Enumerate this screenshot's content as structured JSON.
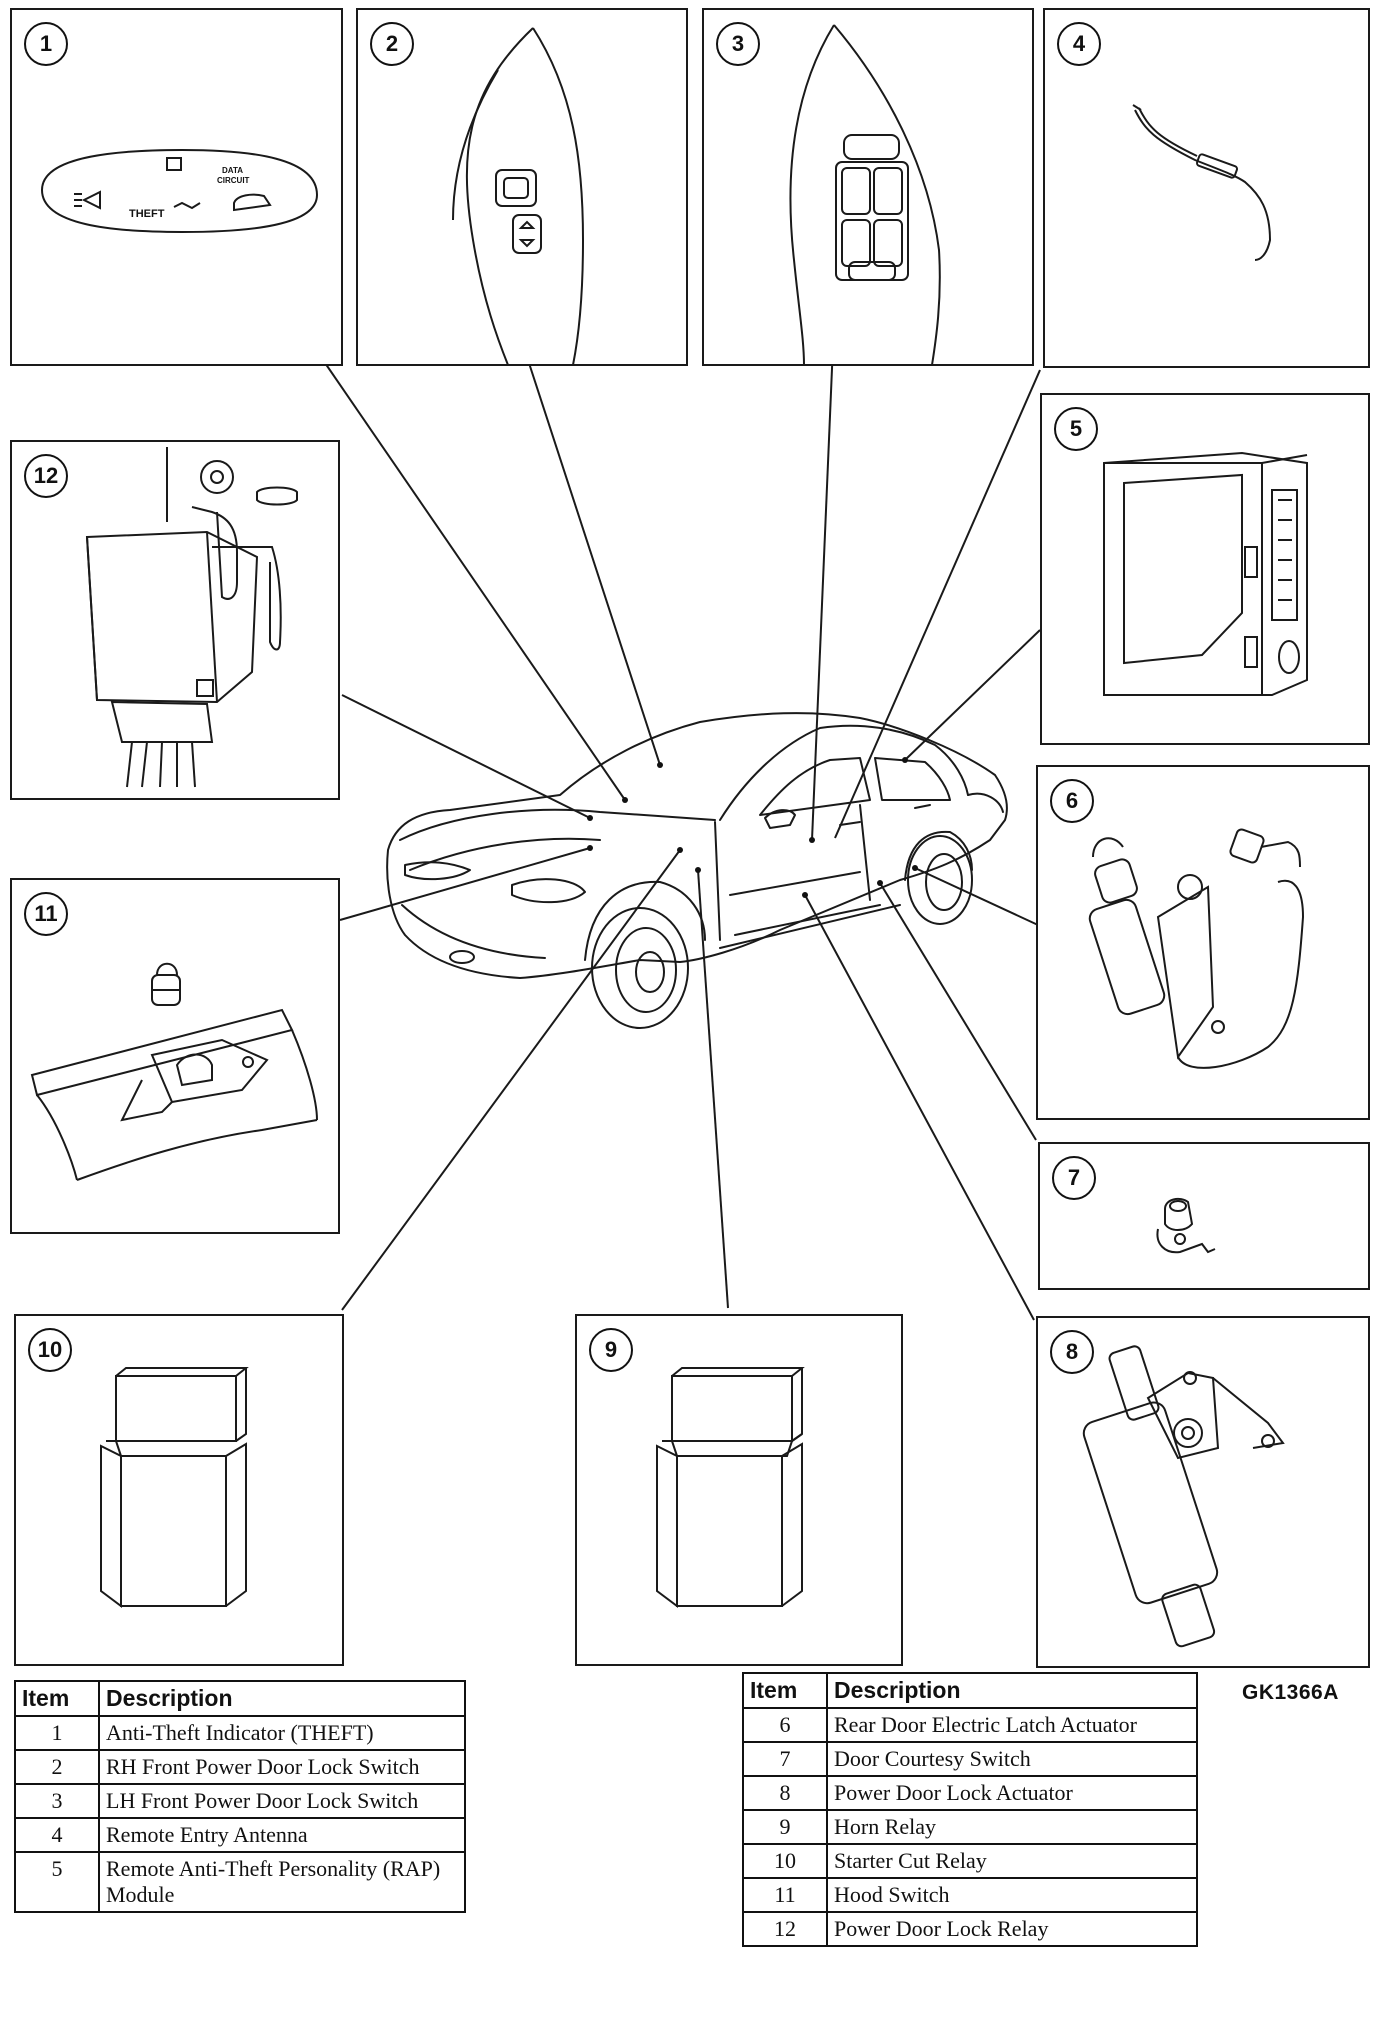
{
  "reference_code": "GK1366A",
  "callouts": [
    "1",
    "2",
    "3",
    "4",
    "5",
    "6",
    "7",
    "8",
    "9",
    "10",
    "11",
    "12"
  ],
  "indicator_labels": {
    "theft": "THEFT",
    "data": "DATA",
    "circuit": "CIRCUIT"
  },
  "legend_left": {
    "header_item": "Item",
    "header_description": "Description",
    "rows": [
      {
        "item": "1",
        "description": "Anti-Theft Indicator (THEFT)"
      },
      {
        "item": "2",
        "description": "RH Front Power Door Lock Switch"
      },
      {
        "item": "3",
        "description": "LH Front Power Door Lock Switch"
      },
      {
        "item": "4",
        "description": "Remote Entry Antenna"
      },
      {
        "item": "5",
        "description": "Remote Anti-Theft Personality (RAP) Module"
      }
    ]
  },
  "legend_right": {
    "header_item": "Item",
    "header_description": "Description",
    "rows": [
      {
        "item": "6",
        "description": "Rear Door Electric Latch Actuator"
      },
      {
        "item": "7",
        "description": "Door Courtesy Switch"
      },
      {
        "item": "8",
        "description": "Power Door Lock Actuator"
      },
      {
        "item": "9",
        "description": "Horn Relay"
      },
      {
        "item": "10",
        "description": "Starter Cut Relay"
      },
      {
        "item": "11",
        "description": "Hood Switch"
      },
      {
        "item": "12",
        "description": "Power Door Lock Relay"
      }
    ]
  }
}
